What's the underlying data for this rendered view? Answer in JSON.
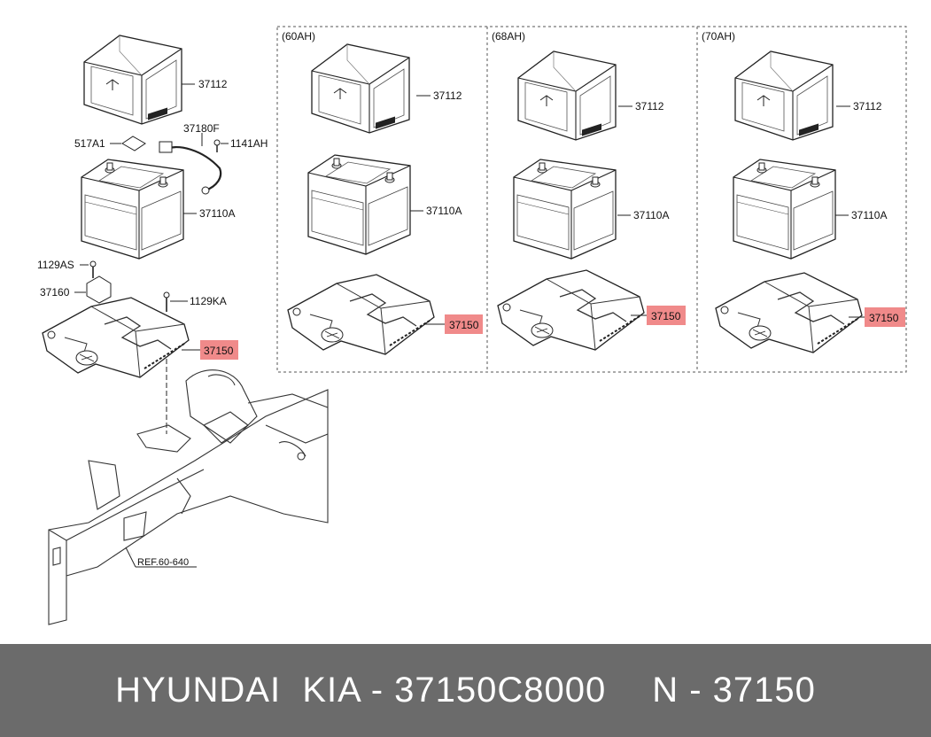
{
  "variants": [
    {
      "capacity": "(60AH)",
      "tray": "37112",
      "battery": "37110A",
      "bracket": "37150"
    },
    {
      "capacity": "(68AH)",
      "tray": "37112",
      "battery": "37110A",
      "bracket": "37150"
    },
    {
      "capacity": "(70AH)",
      "tray": "37112",
      "battery": "37110A",
      "bracket": "37150"
    }
  ],
  "main_labels": {
    "tray": "37112",
    "sticker": "517A1",
    "cable": "37180F",
    "cable_bolt": "1141AH",
    "battery": "37110A",
    "bolt_left": "1129AS",
    "clamp": "37160",
    "bolt_right": "1129KA",
    "bracket": "37150",
    "reference": "REF.60-640"
  },
  "footer": {
    "brand": "HYUNDAI  KIA - 37150C8000",
    "part_number": "N - 37150"
  },
  "colors": {
    "highlight": "#f08a8a",
    "footer_bg": "#6b6b6b"
  }
}
